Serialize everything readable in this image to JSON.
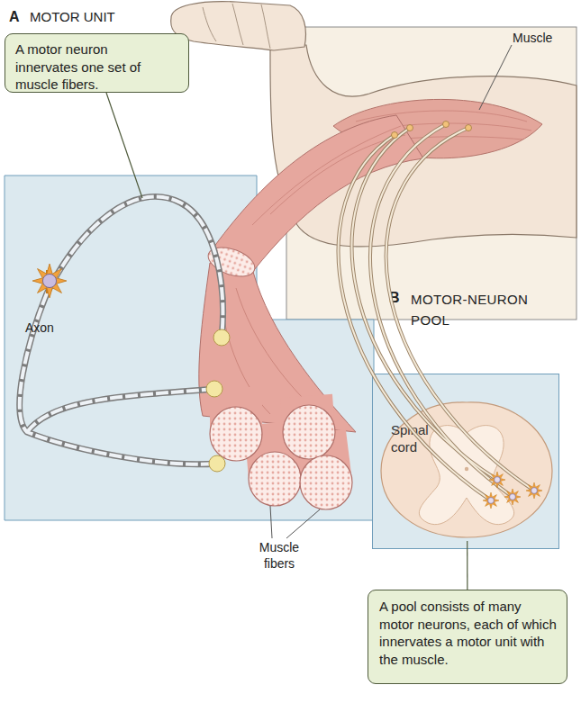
{
  "diagram": {
    "nodes": [
      {
        "text": [
          "A motor neuron innervates one set of muscle fibers."
        ]
      },
      {
        "text": [
          "B",
          "MOTOR-NEURON POOL"
        ]
      },
      {
        "text": [
          "Spinal cord"
        ],
        "in": 1
      },
      {
        "text": [
          "A pool consists of many motor neurons, each of which innervates a motor unit with the muscle."
        ]
      }
    ],
    "edges": [
      {
        "from": 3,
        "to": 2,
        "arrow": "none"
      }
    ],
    "labels": [
      "A",
      "MOTOR UNIT",
      "Axon",
      "Muscle",
      "Muscle fibers"
    ]
  }
}
